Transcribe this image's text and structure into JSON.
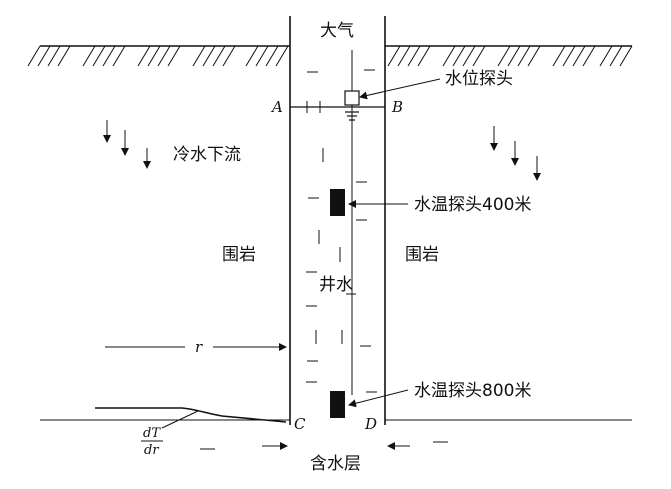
{
  "labels": {
    "atmosphere": "大气",
    "water_level_probe": "水位探头",
    "point_a": "A",
    "point_b": "B",
    "cold_water_down": "冷水下流",
    "water_temp_probe_400": "水温探头400米",
    "surrounding_rock_left": "围岩",
    "surrounding_rock_right": "围岩",
    "well_water": "井水",
    "radius": "r",
    "water_temp_probe_800": "水温探头800米",
    "point_c": "C",
    "point_d": "D",
    "gradient_numerator": "dT",
    "gradient_denominator": "dr",
    "aquifer": "含水层"
  }
}
